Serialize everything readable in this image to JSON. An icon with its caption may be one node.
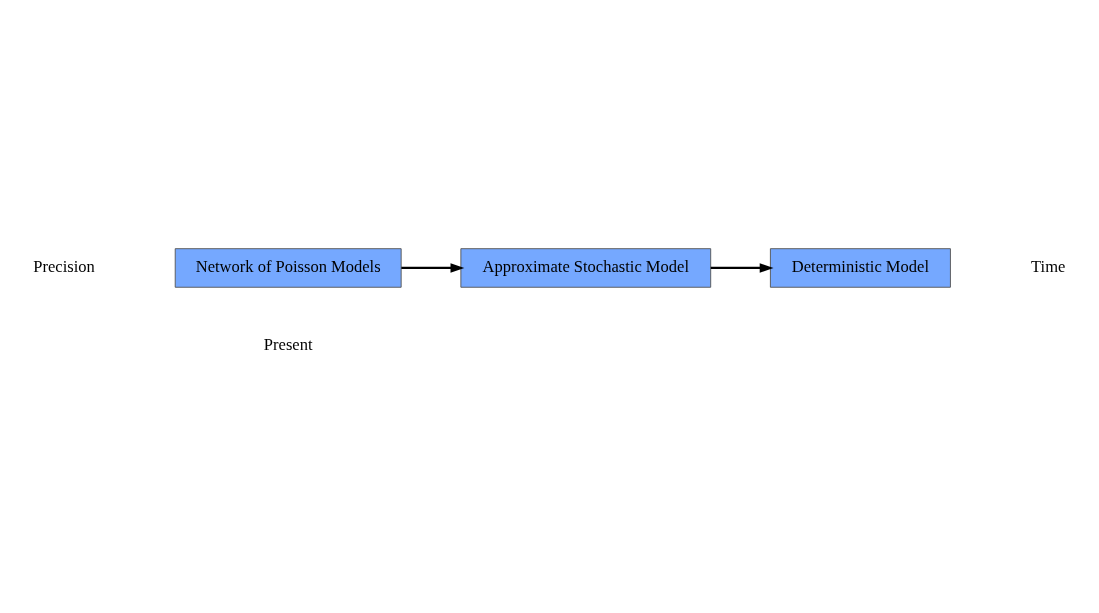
{
  "diagram": {
    "nodes": [
      {
        "text": [
          "Network of Poisson Models"
        ],
        "beside": [
          "Present"
        ]
      },
      {
        "text": [
          "Approximate Stochastic Model"
        ]
      },
      {
        "text": [
          "Deterministic Model"
        ]
      }
    ],
    "edges": [
      {
        "from": 0,
        "to": 1,
        "arrow": "to"
      },
      {
        "from": 1,
        "to": 2,
        "arrow": "to"
      }
    ],
    "labels": [
      "Precision",
      "Time"
    ]
  }
}
